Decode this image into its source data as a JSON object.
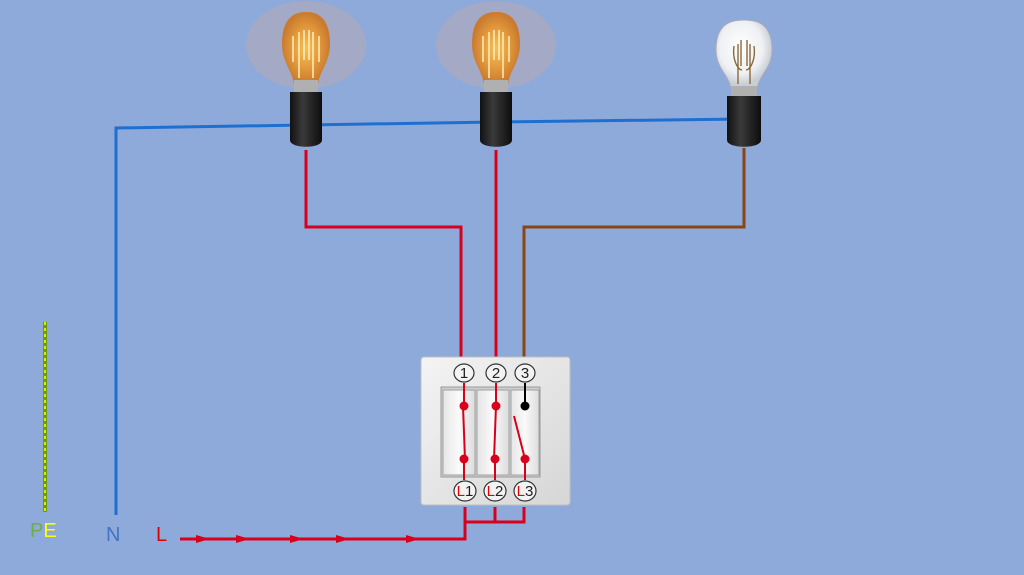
{
  "labels": {
    "pe_p": "P",
    "pe_e": "E",
    "n": "N",
    "l": "L"
  },
  "terminals": {
    "top": [
      "1",
      "2",
      "3"
    ],
    "bottom_prefix": [
      "L",
      "L",
      "L"
    ],
    "bottom_num": [
      "1",
      "2",
      "3"
    ]
  },
  "lamps": [
    {
      "state": "on"
    },
    {
      "state": "on"
    },
    {
      "state": "off"
    }
  ],
  "colors": {
    "background": "#8eaadb",
    "neutral": "#1f6fd0",
    "live": "#d9001b",
    "switched_brown": "#8b4513",
    "earth_green": "#6a9a1a",
    "earth_yellow": "#e6e600",
    "label_pe_p": "#70ad47",
    "label_pe_e": "#ffff00",
    "label_n": "#4472c4",
    "label_l": "#e00000"
  }
}
